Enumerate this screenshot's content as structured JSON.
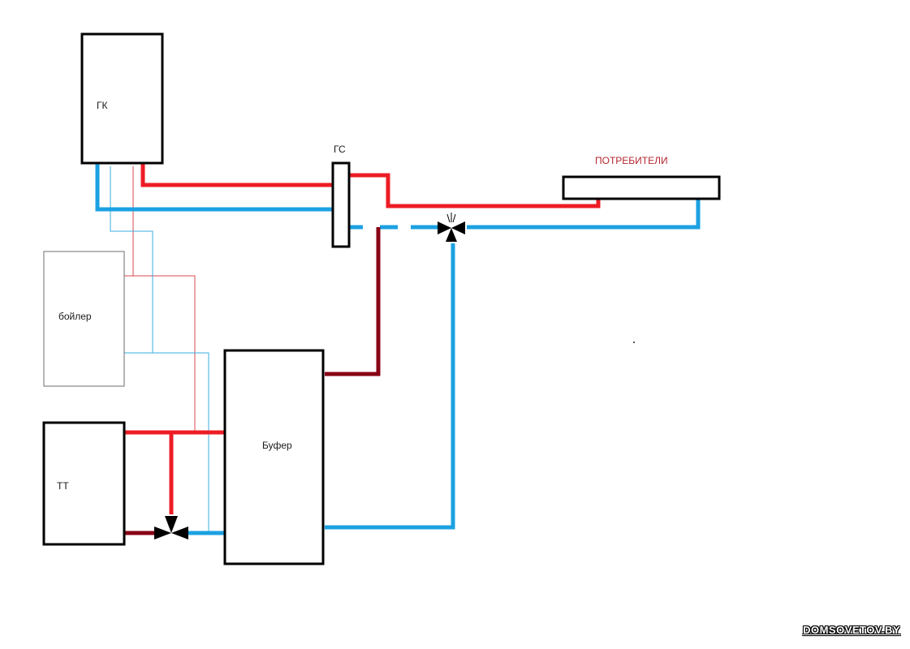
{
  "labels": {
    "gas_boiler": "ГК",
    "hydro_separator": "ГС",
    "consumers": "ПОТРЕБИТЕЛИ",
    "dhw_boiler": "бойлер",
    "buffer_tank": "Буфер",
    "solid_fuel_boiler": "ТТ"
  },
  "watermark": "DOMSOVETOV.BY",
  "colors": {
    "supply": "#ed1c24",
    "return": "#1ba1e2",
    "buffer_supply": "#880015",
    "outline": "#000000"
  }
}
